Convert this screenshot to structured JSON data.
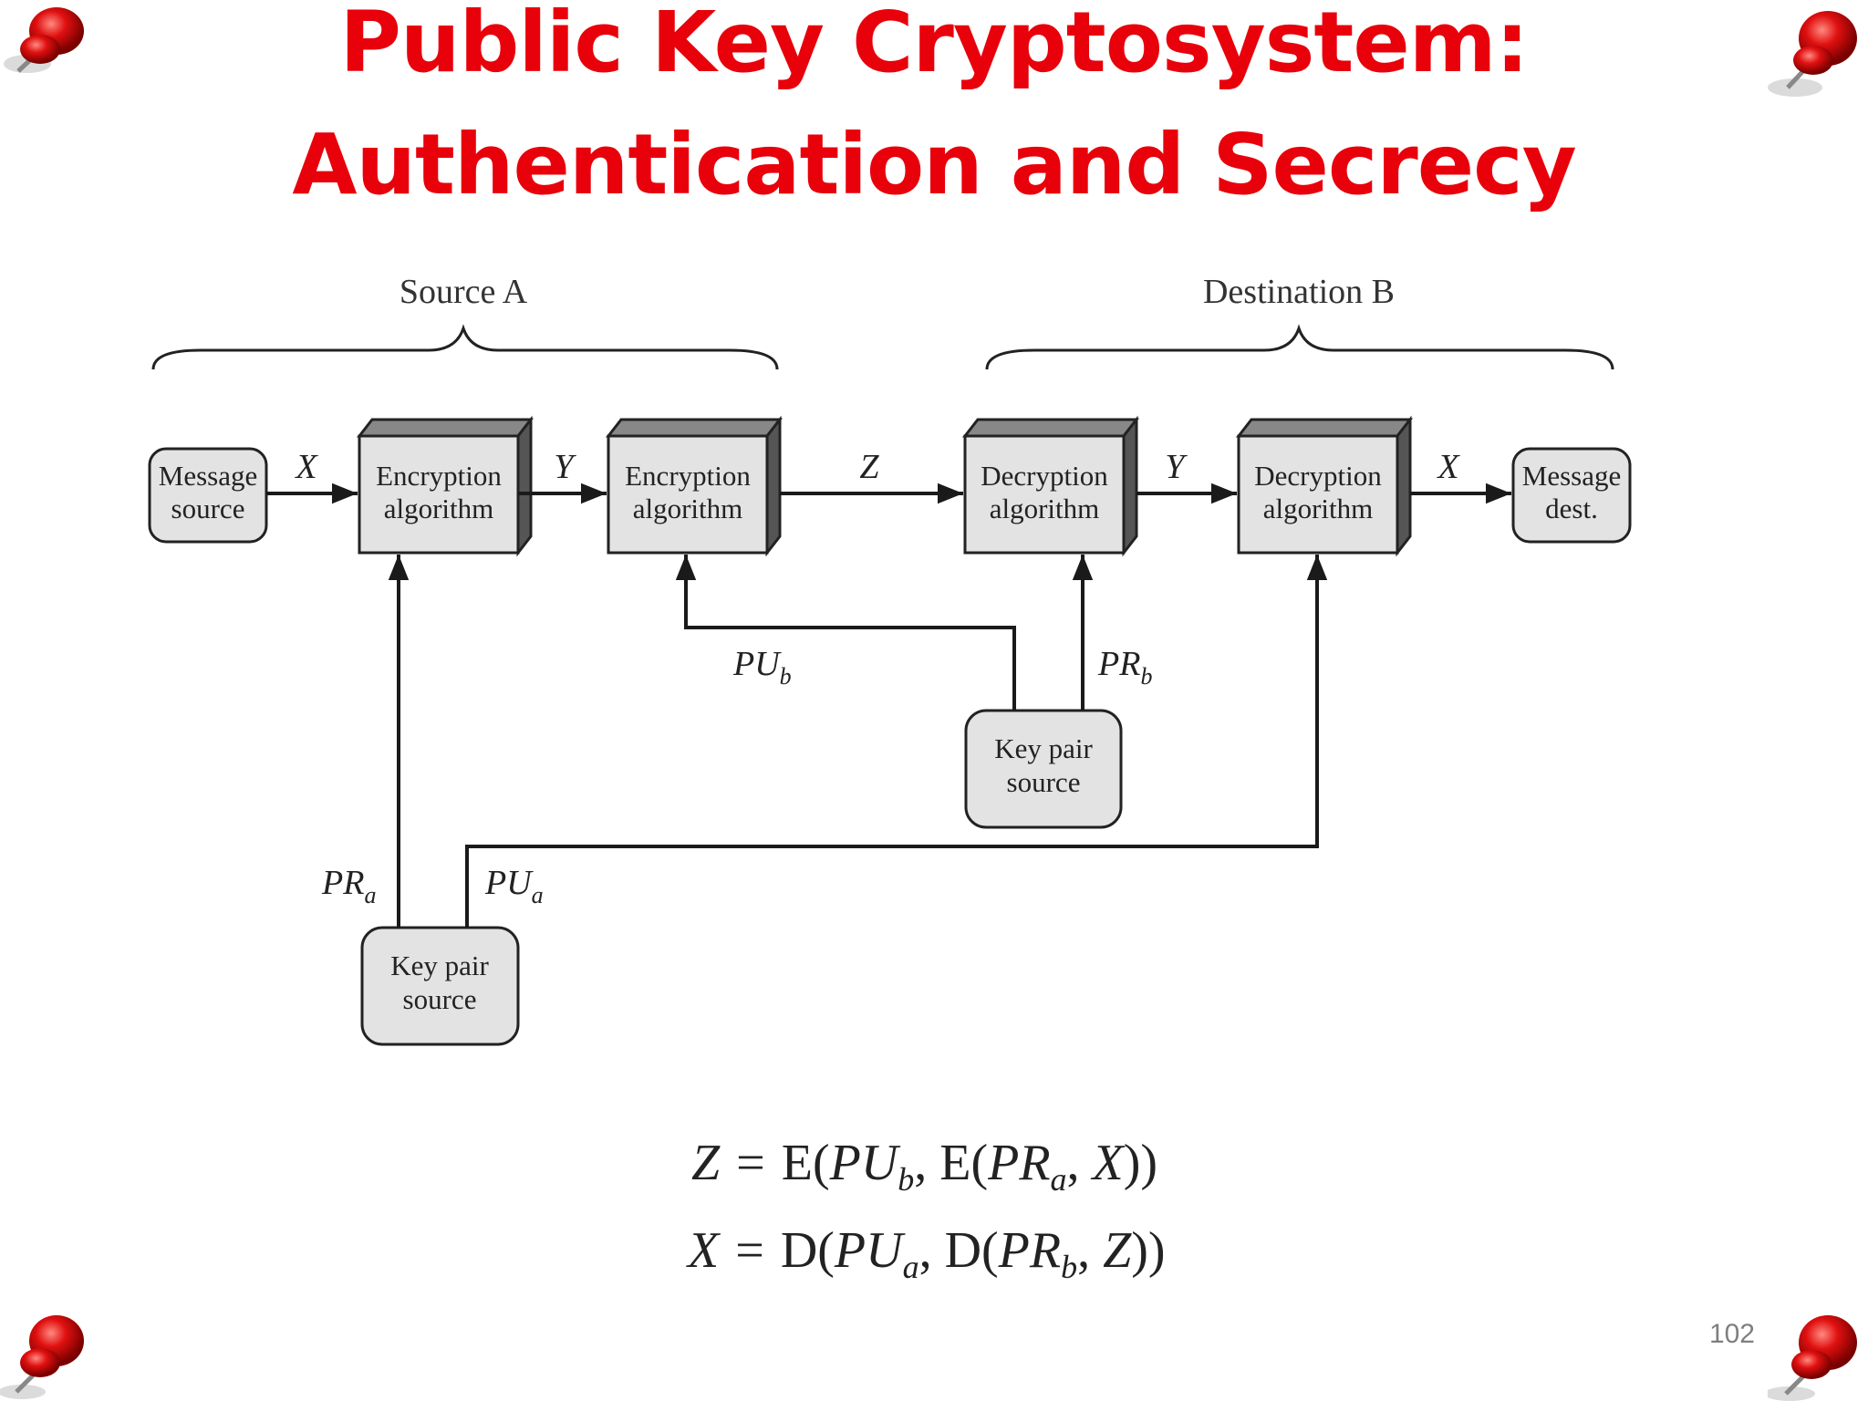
{
  "slide": {
    "title_line1": "Public Key Cryptosystem:",
    "title_line2": "Authentication and Secrecy",
    "page_number": "102",
    "title_color": "#e8000b",
    "pin_icon": "red-pushpin-icon"
  },
  "diagram": {
    "groups": {
      "source": "Source A",
      "destination": "Destination B"
    },
    "boxes": {
      "message_source": [
        "Message",
        "source"
      ],
      "encrypt1": [
        "Encryption",
        "algorithm"
      ],
      "encrypt2": [
        "Encryption",
        "algorithm"
      ],
      "decrypt1": [
        "Decryption",
        "algorithm"
      ],
      "decrypt2": [
        "Decryption",
        "algorithm"
      ],
      "message_dest": [
        "Message",
        "dest."
      ],
      "keypair_b": [
        "Key pair",
        "source"
      ],
      "keypair_a": [
        "Key pair",
        "source"
      ]
    },
    "flow_labels": {
      "x1": "X",
      "y1": "Y",
      "z": "Z",
      "y2": "Y",
      "x2": "X"
    },
    "key_labels": {
      "pub": {
        "base": "PU",
        "sub": "b"
      },
      "prb": {
        "base": "PR",
        "sub": "b"
      },
      "pra": {
        "base": "PR",
        "sub": "a"
      },
      "pua": {
        "base": "PU",
        "sub": "a"
      }
    }
  },
  "equations": {
    "eq1": {
      "lhs": "Z",
      "eq": "=",
      "op1": "E(",
      "k1": "PU",
      "k1sub": "b",
      "sep1": ", ",
      "op2": "E(",
      "k2": "PR",
      "k2sub": "a",
      "sep2": ", ",
      "arg": "X",
      "close": "))"
    },
    "eq2": {
      "lhs": "X",
      "eq": "=",
      "op1": "D(",
      "k1": "PU",
      "k1sub": "a",
      "sep1": ", ",
      "op2": "D(",
      "k2": "PR",
      "k2sub": "b",
      "sep2": ", ",
      "arg": "Z",
      "close": "))"
    }
  }
}
